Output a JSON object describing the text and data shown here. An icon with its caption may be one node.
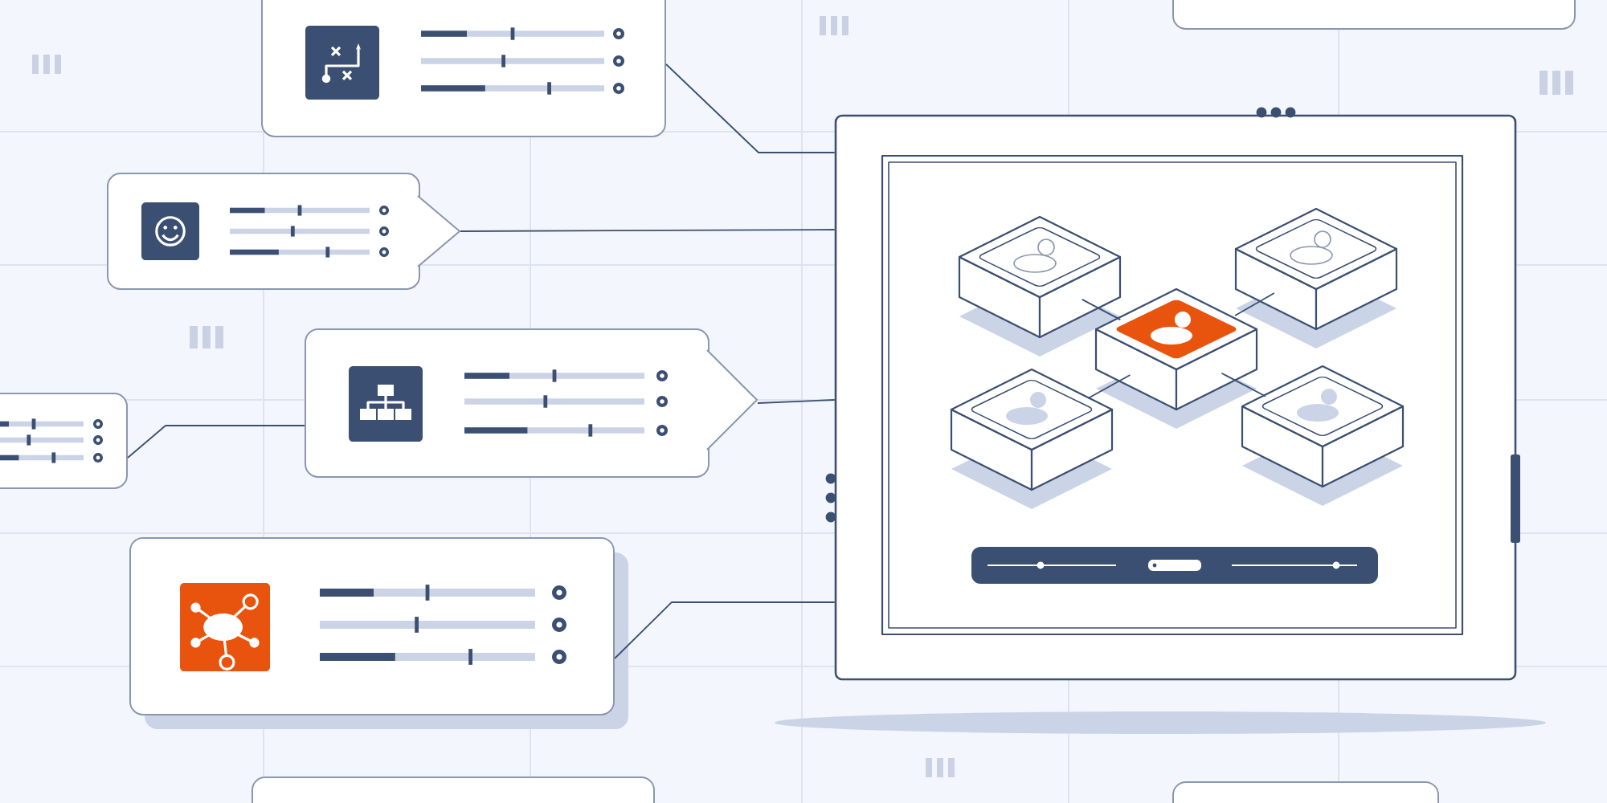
{
  "diagram": {
    "nodes": [
      {
        "text": [],
        "shape": "box"
      },
      {
        "text": [],
        "shape": "box"
      },
      {
        "text": [],
        "shape": "box"
      },
      {
        "text": [],
        "shape": "box"
      },
      {
        "text": [],
        "shape": "box"
      },
      {
        "text": [],
        "shape": "box"
      },
      {
        "text": [],
        "shape": "box"
      },
      {
        "text": [],
        "shape": "box"
      },
      {
        "text": [],
        "shape": "box"
      },
      {
        "text": [],
        "shape": "box",
        "in": 8
      },
      {
        "text": [],
        "shape": "cube",
        "in": 9
      },
      {
        "text": [],
        "shape": "cube",
        "in": 9
      },
      {
        "text": [],
        "shape": "cube",
        "in": 9
      },
      {
        "text": [],
        "shape": "cube",
        "in": 9
      },
      {
        "text": [],
        "shape": "cube",
        "in": 9
      }
    ],
    "edges": [
      {
        "from": 0,
        "to": 8,
        "arrow": "none"
      },
      {
        "from": 2,
        "to": 8,
        "arrow": "none"
      },
      {
        "from": 3,
        "to": 4,
        "arrow": "none"
      },
      {
        "from": 4,
        "to": 8,
        "arrow": "none"
      },
      {
        "from": 5,
        "to": 8,
        "arrow": "none"
      },
      {
        "from": 12,
        "to": 10,
        "arrow": "none"
      },
      {
        "from": 12,
        "to": 11,
        "arrow": "none"
      },
      {
        "from": 12,
        "to": 13,
        "arrow": "none"
      },
      {
        "from": 12,
        "to": 14,
        "arrow": "none"
      }
    ]
  }
}
